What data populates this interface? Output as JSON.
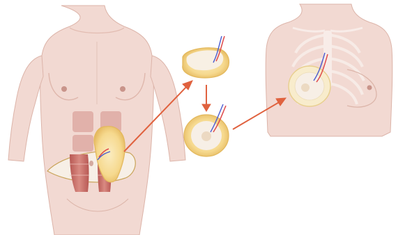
{
  "figure": {
    "description_hidden": "",
    "colors": {
      "skin": "#f2d9d2",
      "skin_shadow": "#e7c4ba",
      "skin_outline": "#d9b1a6",
      "fat": "#f6d98e",
      "fat_dark": "#e9c06a",
      "fat_rim": "#fbe8b6",
      "flap_inner": "#f7efe6",
      "muscle": "#c66a64",
      "muscle_light": "#e1a39a",
      "rib": "#f7ebe7",
      "artery": "#e04a4a",
      "vein": "#4a5bd0",
      "arrow": "#e0623f",
      "implant_outline": "#eadbb0"
    },
    "arrows": [
      {
        "name": "arrow-to-harvested-flap",
        "from": "abdomen",
        "to": "flap-top-view"
      },
      {
        "name": "arrow-down-to-shaped-flap",
        "from": "flap-top-view",
        "to": "flap-front-view"
      },
      {
        "name": "arrow-to-chest-placement",
        "from": "flap-front-view",
        "to": "chest"
      }
    ]
  }
}
